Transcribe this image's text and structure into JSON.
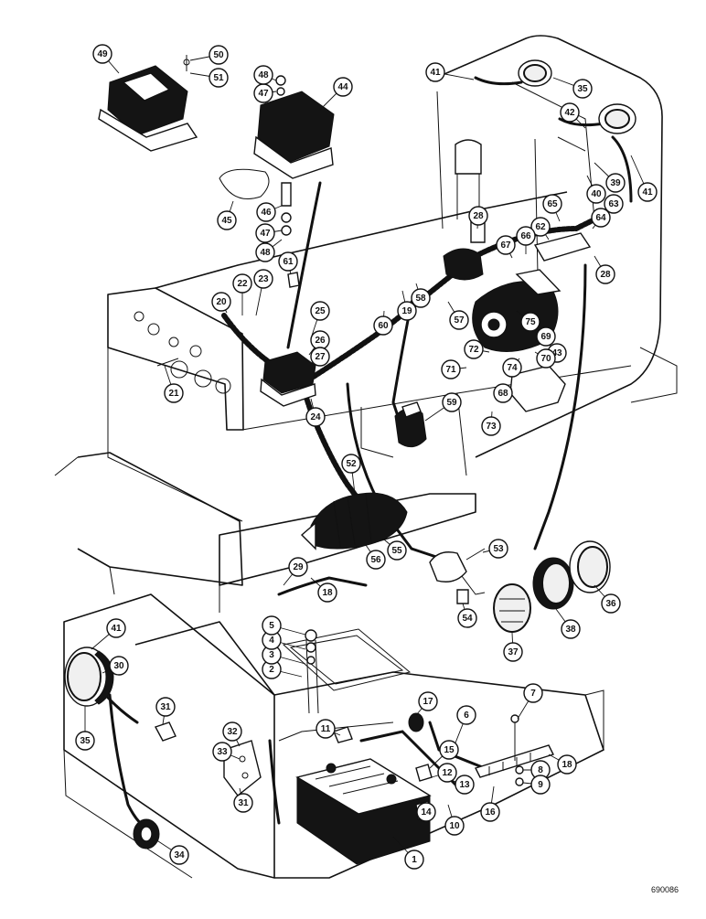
{
  "figure": {
    "drawing_number": "690086",
    "callouts": [
      {
        "id": "c1",
        "label": "1"
      },
      {
        "id": "c2",
        "label": "2"
      },
      {
        "id": "c3",
        "label": "3"
      },
      {
        "id": "c4",
        "label": "4"
      },
      {
        "id": "c5",
        "label": "5"
      },
      {
        "id": "c6",
        "label": "6"
      },
      {
        "id": "c7",
        "label": "7"
      },
      {
        "id": "c8",
        "label": "8"
      },
      {
        "id": "c9",
        "label": "9"
      },
      {
        "id": "c10",
        "label": "10"
      },
      {
        "id": "c11",
        "label": "11"
      },
      {
        "id": "c12",
        "label": "12"
      },
      {
        "id": "c13",
        "label": "13"
      },
      {
        "id": "c14",
        "label": "14"
      },
      {
        "id": "c15",
        "label": "15"
      },
      {
        "id": "c16",
        "label": "16"
      },
      {
        "id": "c17",
        "label": "17"
      },
      {
        "id": "c18a",
        "label": "18"
      },
      {
        "id": "c18b",
        "label": "18"
      },
      {
        "id": "c19",
        "label": "19"
      },
      {
        "id": "c20",
        "label": "20"
      },
      {
        "id": "c21",
        "label": "21"
      },
      {
        "id": "c22",
        "label": "22"
      },
      {
        "id": "c23",
        "label": "23"
      },
      {
        "id": "c24",
        "label": "24"
      },
      {
        "id": "c25",
        "label": "25"
      },
      {
        "id": "c26",
        "label": "26"
      },
      {
        "id": "c27",
        "label": "27"
      },
      {
        "id": "c28a",
        "label": "28"
      },
      {
        "id": "c28b",
        "label": "28"
      },
      {
        "id": "c29",
        "label": "29"
      },
      {
        "id": "c30",
        "label": "30"
      },
      {
        "id": "c31a",
        "label": "31"
      },
      {
        "id": "c31b",
        "label": "31"
      },
      {
        "id": "c32",
        "label": "32"
      },
      {
        "id": "c33",
        "label": "33"
      },
      {
        "id": "c34",
        "label": "34"
      },
      {
        "id": "c35a",
        "label": "35"
      },
      {
        "id": "c35b",
        "label": "35"
      },
      {
        "id": "c36",
        "label": "36"
      },
      {
        "id": "c37",
        "label": "37"
      },
      {
        "id": "c38",
        "label": "38"
      },
      {
        "id": "c39",
        "label": "39"
      },
      {
        "id": "c40",
        "label": "40"
      },
      {
        "id": "c41a",
        "label": "41"
      },
      {
        "id": "c41b",
        "label": "41"
      },
      {
        "id": "c41c",
        "label": "41"
      },
      {
        "id": "c42",
        "label": "42"
      },
      {
        "id": "c43",
        "label": "43"
      },
      {
        "id": "c44",
        "label": "44"
      },
      {
        "id": "c45",
        "label": "45"
      },
      {
        "id": "c46",
        "label": "46"
      },
      {
        "id": "c47a",
        "label": "47"
      },
      {
        "id": "c47b",
        "label": "47"
      },
      {
        "id": "c48a",
        "label": "48"
      },
      {
        "id": "c48b",
        "label": "48"
      },
      {
        "id": "c49",
        "label": "49"
      },
      {
        "id": "c50",
        "label": "50"
      },
      {
        "id": "c51",
        "label": "51"
      },
      {
        "id": "c52",
        "label": "52"
      },
      {
        "id": "c53",
        "label": "53"
      },
      {
        "id": "c54",
        "label": "54"
      },
      {
        "id": "c55",
        "label": "55"
      },
      {
        "id": "c56",
        "label": "56"
      },
      {
        "id": "c57",
        "label": "57"
      },
      {
        "id": "c58",
        "label": "58"
      },
      {
        "id": "c59",
        "label": "59"
      },
      {
        "id": "c60",
        "label": "60"
      },
      {
        "id": "c61",
        "label": "61"
      },
      {
        "id": "c62",
        "label": "62"
      },
      {
        "id": "c63",
        "label": "63"
      },
      {
        "id": "c64",
        "label": "64"
      },
      {
        "id": "c65",
        "label": "65"
      },
      {
        "id": "c66",
        "label": "66"
      },
      {
        "id": "c67",
        "label": "67"
      },
      {
        "id": "c68",
        "label": "68"
      },
      {
        "id": "c69",
        "label": "69"
      },
      {
        "id": "c70",
        "label": "70"
      },
      {
        "id": "c71",
        "label": "71"
      },
      {
        "id": "c72",
        "label": "72"
      },
      {
        "id": "c73",
        "label": "73"
      },
      {
        "id": "c74",
        "label": "74"
      },
      {
        "id": "c75",
        "label": "75"
      }
    ]
  }
}
